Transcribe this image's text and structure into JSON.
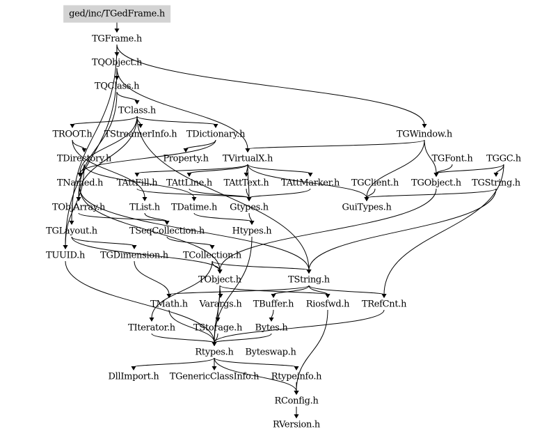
{
  "diagram": {
    "type": "include-dependency-graph",
    "root": "ged/inc/TGedFrame.h",
    "nodes": [
      {
        "id": "TGedFrame",
        "label": "ged/inc/TGedFrame.h",
        "root": true
      },
      {
        "id": "TGFrame",
        "label": "TGFrame.h"
      },
      {
        "id": "TQObject",
        "label": "TQObject.h"
      },
      {
        "id": "TQClass",
        "label": "TQClass.h"
      },
      {
        "id": "TClass",
        "label": "TClass.h"
      },
      {
        "id": "TROOT",
        "label": "TROOT.h"
      },
      {
        "id": "TStreamerInfo",
        "label": "TStreamerInfo.h"
      },
      {
        "id": "TDictionary",
        "label": "TDictionary.h"
      },
      {
        "id": "TGWindow",
        "label": "TGWindow.h"
      },
      {
        "id": "TDirectory",
        "label": "TDirectory.h"
      },
      {
        "id": "Property",
        "label": "Property.h"
      },
      {
        "id": "TVirtualX",
        "label": "TVirtualX.h"
      },
      {
        "id": "TGFont",
        "label": "TGFont.h"
      },
      {
        "id": "TGGC",
        "label": "TGGC.h"
      },
      {
        "id": "TNamed",
        "label": "TNamed.h"
      },
      {
        "id": "TAttFill",
        "label": "TAttFill.h"
      },
      {
        "id": "TAttLine",
        "label": "TAttLine.h"
      },
      {
        "id": "TAttText",
        "label": "TAttText.h"
      },
      {
        "id": "TAttMarker",
        "label": "TAttMarker.h"
      },
      {
        "id": "TGClient",
        "label": "TGClient.h"
      },
      {
        "id": "TGObject",
        "label": "TGObject.h"
      },
      {
        "id": "TGString",
        "label": "TGString.h"
      },
      {
        "id": "TObjArray",
        "label": "TObjArray.h"
      },
      {
        "id": "TList",
        "label": "TList.h"
      },
      {
        "id": "TDatime",
        "label": "TDatime.h"
      },
      {
        "id": "Gtypes",
        "label": "Gtypes.h"
      },
      {
        "id": "GuiTypes",
        "label": "GuiTypes.h"
      },
      {
        "id": "TGLayout",
        "label": "TGLayout.h"
      },
      {
        "id": "TSeqCollection",
        "label": "TSeqCollection.h"
      },
      {
        "id": "Htypes",
        "label": "Htypes.h"
      },
      {
        "id": "TUUID",
        "label": "TUUID.h"
      },
      {
        "id": "TGDimension",
        "label": "TGDimension.h"
      },
      {
        "id": "TCollection",
        "label": "TCollection.h"
      },
      {
        "id": "TObject",
        "label": "TObject.h"
      },
      {
        "id": "TString",
        "label": "TString.h"
      },
      {
        "id": "TMath",
        "label": "TMath.h"
      },
      {
        "id": "Varargs",
        "label": "Varargs.h"
      },
      {
        "id": "TBuffer",
        "label": "TBuffer.h"
      },
      {
        "id": "Riosfwd",
        "label": "Riosfwd.h"
      },
      {
        "id": "TRefCnt",
        "label": "TRefCnt.h"
      },
      {
        "id": "TIterator",
        "label": "TIterator.h"
      },
      {
        "id": "TStorage",
        "label": "TStorage.h"
      },
      {
        "id": "Bytes",
        "label": "Bytes.h"
      },
      {
        "id": "Rtypes",
        "label": "Rtypes.h"
      },
      {
        "id": "Byteswap",
        "label": "Byteswap.h"
      },
      {
        "id": "DllImport",
        "label": "DllImport.h"
      },
      {
        "id": "TGenericClassInfo",
        "label": "TGenericClassInfo.h"
      },
      {
        "id": "Rtypeinfo",
        "label": "Rtypeinfo.h"
      },
      {
        "id": "RConfig",
        "label": "RConfig.h"
      },
      {
        "id": "RVersion",
        "label": "RVersion.h"
      }
    ],
    "edges": [
      [
        "TGedFrame",
        "TGFrame"
      ],
      [
        "TGFrame",
        "TQObject"
      ],
      [
        "TGFrame",
        "TGWindow"
      ],
      [
        "TGFrame",
        "TGLayout"
      ],
      [
        "TQObject",
        "TQClass"
      ],
      [
        "TQObject",
        "TVirtualX"
      ],
      [
        "TQObject",
        "TUUID"
      ],
      [
        "TQClass",
        "TClass"
      ],
      [
        "TQClass",
        "TObjArray"
      ],
      [
        "TClass",
        "TROOT"
      ],
      [
        "TClass",
        "TStreamerInfo"
      ],
      [
        "TClass",
        "TDictionary"
      ],
      [
        "TClass",
        "TNamed"
      ],
      [
        "TClass",
        "TObjArray"
      ],
      [
        "TClass",
        "TString"
      ],
      [
        "TROOT",
        "TDirectory"
      ],
      [
        "TROOT",
        "TList"
      ],
      [
        "TDictionary",
        "Property"
      ],
      [
        "TDictionary",
        "TNamed"
      ],
      [
        "TGWindow",
        "TVirtualX"
      ],
      [
        "TGWindow",
        "TGObject"
      ],
      [
        "TGWindow",
        "GuiTypes"
      ],
      [
        "TDirectory",
        "TNamed"
      ],
      [
        "TDirectory",
        "TDatime"
      ],
      [
        "TDirectory",
        "TUUID"
      ],
      [
        "TVirtualX",
        "TAttFill"
      ],
      [
        "TVirtualX",
        "TAttLine"
      ],
      [
        "TVirtualX",
        "TAttText"
      ],
      [
        "TVirtualX",
        "TAttMarker"
      ],
      [
        "TVirtualX",
        "GuiTypes"
      ],
      [
        "TVirtualX",
        "Gtypes"
      ],
      [
        "TGFont",
        "TGObject"
      ],
      [
        "TGGC",
        "TGObject"
      ],
      [
        "TGGC",
        "TGString"
      ],
      [
        "TGGC",
        "TRefCnt"
      ],
      [
        "TNamed",
        "TObject"
      ],
      [
        "TNamed",
        "TString"
      ],
      [
        "TAttFill",
        "Gtypes"
      ],
      [
        "TAttLine",
        "Gtypes"
      ],
      [
        "TAttText",
        "Gtypes"
      ],
      [
        "TAttMarker",
        "Gtypes"
      ],
      [
        "TGClient",
        "GuiTypes"
      ],
      [
        "TGObject",
        "TObject"
      ],
      [
        "TGString",
        "TString"
      ],
      [
        "TGString",
        "GuiTypes"
      ],
      [
        "TObjArray",
        "TSeqCollection"
      ],
      [
        "TList",
        "TSeqCollection"
      ],
      [
        "TDatime",
        "Htypes"
      ],
      [
        "Gtypes",
        "Htypes"
      ],
      [
        "Htypes",
        "Rtypes"
      ],
      [
        "TGLayout",
        "TGDimension"
      ],
      [
        "TGLayout",
        "TObject"
      ],
      [
        "TSeqCollection",
        "TCollection"
      ],
      [
        "TUUID",
        "Rtypes"
      ],
      [
        "TGDimension",
        "TMath"
      ],
      [
        "TCollection",
        "TObject"
      ],
      [
        "TCollection",
        "TIterator"
      ],
      [
        "TCollection",
        "TString"
      ],
      [
        "TObject",
        "Rtypes"
      ],
      [
        "TObject",
        "TStorage"
      ],
      [
        "TObject",
        "Varargs"
      ],
      [
        "TObject",
        "Riosfwd"
      ],
      [
        "TString",
        "TRefCnt"
      ],
      [
        "TString",
        "Riosfwd"
      ],
      [
        "TString",
        "TMath"
      ],
      [
        "TString",
        "TBuffer"
      ],
      [
        "TMath",
        "Rtypes"
      ],
      [
        "TBuffer",
        "Bytes"
      ],
      [
        "Riosfwd",
        "RConfig"
      ],
      [
        "TRefCnt",
        "Rtypes"
      ],
      [
        "TIterator",
        "Rtypes"
      ],
      [
        "TStorage",
        "Rtypes"
      ],
      [
        "Bytes",
        "Rtypes"
      ],
      [
        "Rtypes",
        "DllImport"
      ],
      [
        "Rtypes",
        "TGenericClassInfo"
      ],
      [
        "Rtypes",
        "Rtypeinfo"
      ],
      [
        "Rtypes",
        "RConfig"
      ],
      [
        "Rtypeinfo",
        "RConfig"
      ],
      [
        "RConfig",
        "RVersion"
      ]
    ]
  }
}
